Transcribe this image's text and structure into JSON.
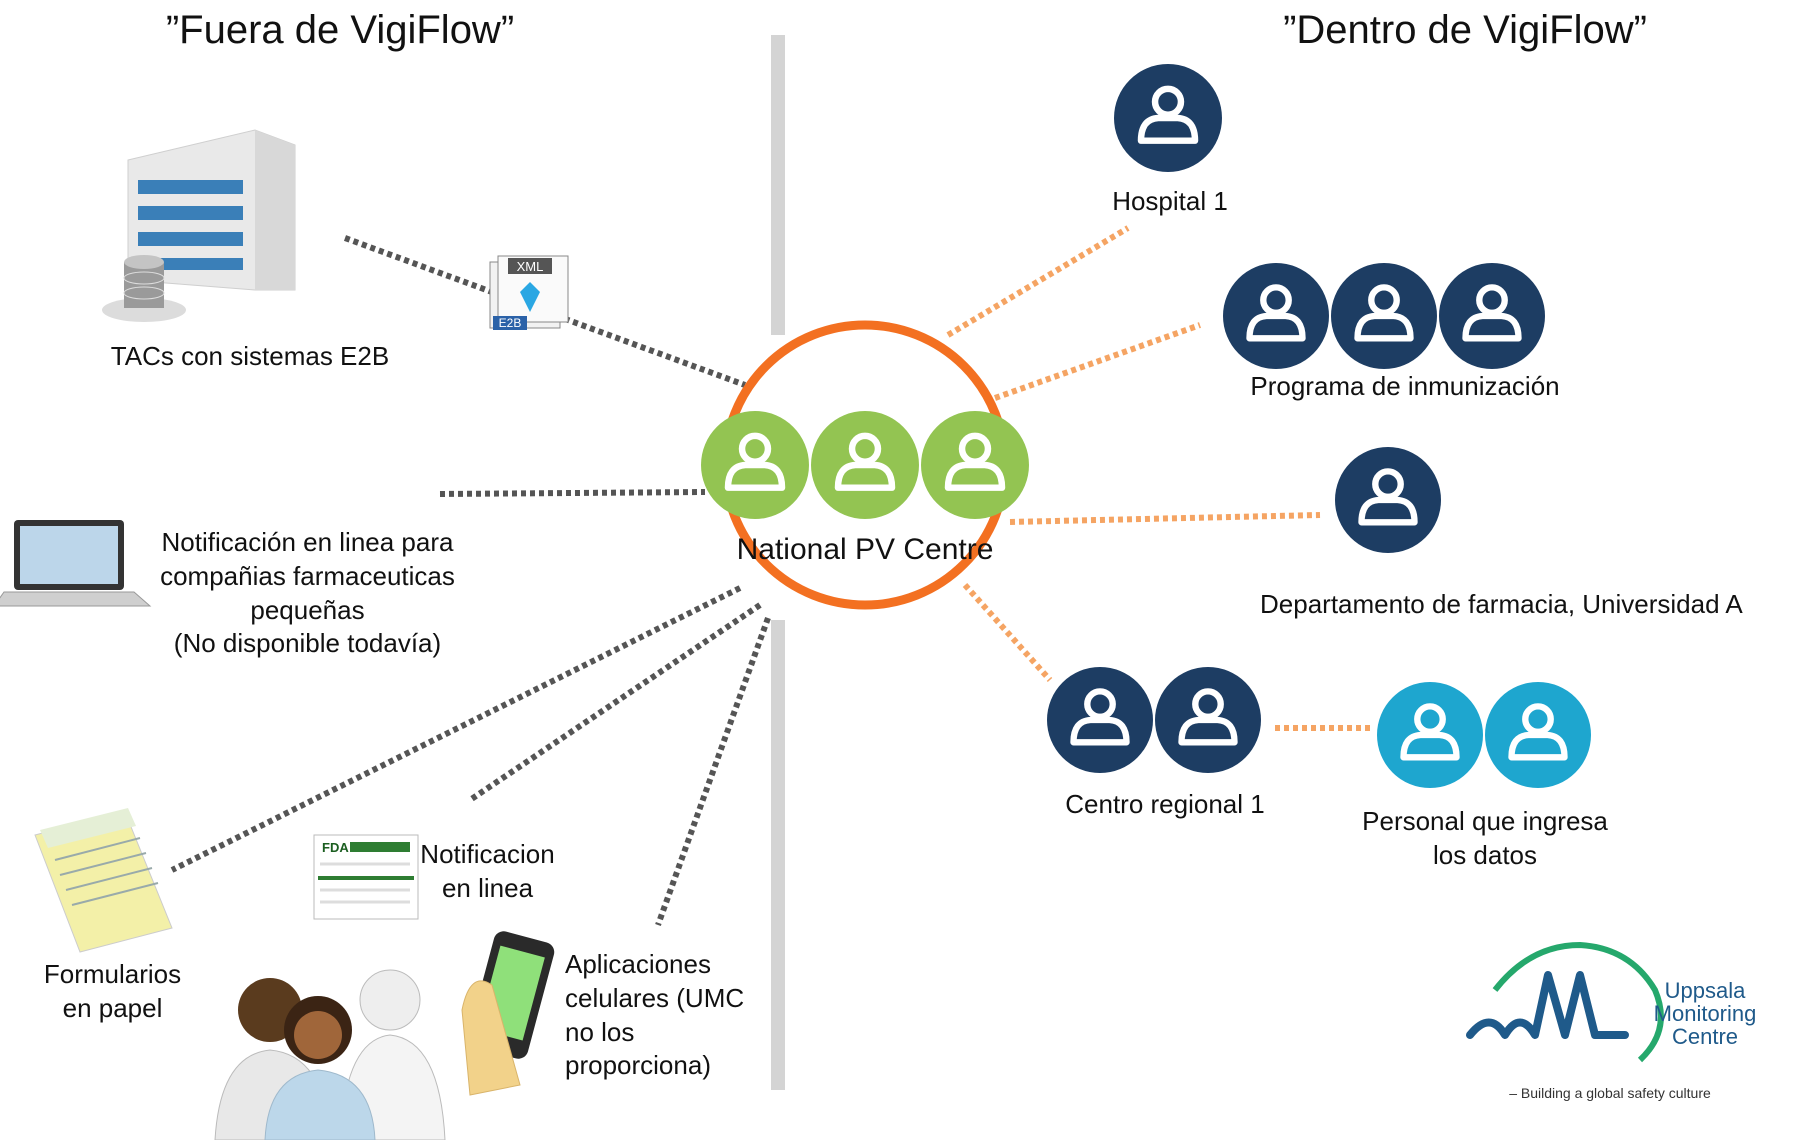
{
  "headings": {
    "outside": "”Fuera de VigiFlow”",
    "inside": "”Dentro de VigiFlow”"
  },
  "center": {
    "label": "National PV Centre",
    "ring_color": "#f37021",
    "people_color": "#93c452"
  },
  "outside_nodes": {
    "tacs": "TACs  con sistemas E2B",
    "xml_badge": "XML",
    "e2b_badge": "E2B",
    "notif_companies": [
      "Notificación en linea para",
      "compañias farmaceuticas",
      "pequeñas",
      "(No disponible todavía)"
    ],
    "paper_forms": [
      "Formularios",
      "en papel"
    ],
    "online_notif": [
      "Notificacion",
      "en linea"
    ],
    "mobile_apps": [
      "Aplicaciones",
      "celulares (UMC",
      "no los",
      "proporciona)"
    ],
    "fda_mark": "FDA"
  },
  "inside_nodes": {
    "hospital": "Hospital 1",
    "immunization": "Programa de inmunización",
    "pharmacy": "Departamento de farmacia, Universidad A",
    "regional": "Centro regional 1",
    "data_entry": [
      "Personal que ingresa",
      "los datos"
    ]
  },
  "colors": {
    "user_dark": "#1d3d63",
    "user_light": "#1ea6cf",
    "dotted_gray": "#555555",
    "dotted_orange": "#f5a463",
    "divider": "#d4d4d4"
  },
  "logo": {
    "name_lines": [
      "Uppsala",
      "Monitoring",
      "Centre"
    ],
    "tagline": "– Building a global safety culture"
  }
}
